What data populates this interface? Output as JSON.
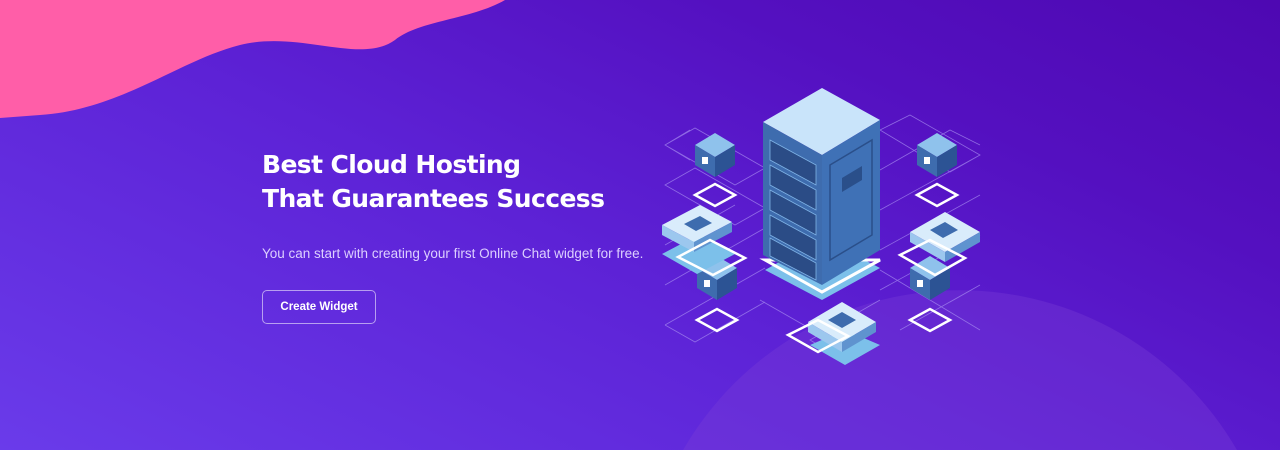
{
  "hero": {
    "title_line1": "Best Cloud Hosting",
    "title_line2": "That Guarantees Success",
    "subtitle": "You can start with creating your first Online Chat widget for free.",
    "cta_label": "Create Widget"
  },
  "colors": {
    "background_start": "#6a3bea",
    "background_end": "#4e08b2",
    "blob": "#ff5ea8",
    "server_light": "#c9e4fa",
    "server_dark": "#3e6cae"
  },
  "illustration": {
    "icon": "server-rack-network-icon"
  }
}
